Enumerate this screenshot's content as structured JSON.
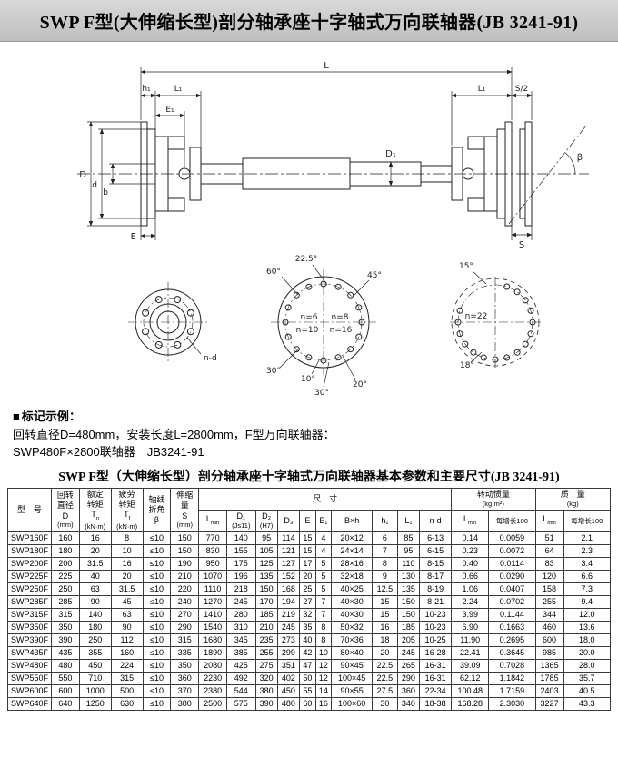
{
  "page": {
    "title": "SWP F型(大伸缩长型)剖分轴承座十字轴式万向联轴器(JB 3241-91)"
  },
  "drawing": {
    "dims": {
      "L": "L",
      "h1": "h₁",
      "L1": "L₁",
      "E1": "E₁",
      "S_half": "S/2",
      "D": "D",
      "d_small": "d",
      "b": "b",
      "E": "E",
      "S": "S",
      "beta": "β",
      "D1": "D₁"
    },
    "left_view": {
      "nd": "n-d"
    },
    "mid_view": {
      "a22_5": "22.5°",
      "a60": "60°",
      "a45": "45°",
      "n6": "n=6",
      "n8": "n=8",
      "n10": "n=10",
      "n16": "n=16",
      "a30a": "30°",
      "a10": "10°",
      "a30b": "30°",
      "a20": "20°"
    },
    "right_view": {
      "a15": "15°",
      "n22": "n=22",
      "a18": "18°"
    }
  },
  "marking": {
    "bullet": "■",
    "heading": "标记示例：",
    "line1": "回转直径D=480mm，安装长度L=2800mm，F型万向联轴器：",
    "line2": "SWP480F×2800联轴器　JB3241-91"
  },
  "table": {
    "title": "SWP F型（大伸缩长型）剖分轴承座十字轴式万向联轴器基本参数和主要尺寸(JB 3241-91)",
    "head": {
      "model": "型　号",
      "d_main": "回转直径",
      "d_sym": "D",
      "d_unit": "(mm)",
      "tn_main": "额定转矩",
      "tn_sym": "T",
      "tn_sub": "n",
      "tn_unit": "(kN·m)",
      "tf_main": "疲劳转矩",
      "tf_sym": "T",
      "tf_sub": "f",
      "tf_unit": "(kN·m)",
      "beta_main": "轴线折角",
      "beta_sym": "β",
      "s_main": "伸缩量",
      "s_sym": "S",
      "s_unit": "(mm)",
      "size_group": "尺　寸",
      "lmin_sym": "L",
      "lmin_sub": "min",
      "d1": "D₁",
      "d1_tol": "(Js11)",
      "d2": "D₂",
      "d2_tol": "(H7)",
      "d3": "D₃",
      "e": "E",
      "e1": "E₁",
      "bxh": "B×h",
      "h1": "h₁",
      "l1": "L₁",
      "nd": "n-d",
      "inertia_main": "转动惯量",
      "inertia_unit": "(kg·m²)",
      "mass_main": "质　量",
      "mass_unit": "(kg)",
      "per100": "每增长100"
    },
    "rows": [
      [
        "SWP160F",
        "160",
        "16",
        "8",
        "≤10",
        "150",
        "770",
        "140",
        "95",
        "114",
        "15",
        "4",
        "20×12",
        "6",
        "85",
        "6-13",
        "0.14",
        "0.0059",
        "51",
        "2.1"
      ],
      [
        "SWP180F",
        "180",
        "20",
        "10",
        "≤10",
        "150",
        "830",
        "155",
        "105",
        "121",
        "15",
        "4",
        "24×14",
        "7",
        "95",
        "6-15",
        "0.23",
        "0.0072",
        "64",
        "2.3"
      ],
      [
        "SWP200F",
        "200",
        "31.5",
        "16",
        "≤10",
        "190",
        "950",
        "175",
        "125",
        "127",
        "17",
        "5",
        "28×16",
        "8",
        "110",
        "8-15",
        "0.40",
        "0.0114",
        "83",
        "3.4"
      ],
      [
        "SWP225F",
        "225",
        "40",
        "20",
        "≤10",
        "210",
        "1070",
        "196",
        "135",
        "152",
        "20",
        "5",
        "32×18",
        "9",
        "130",
        "8-17",
        "0.66",
        "0.0290",
        "120",
        "6.6"
      ],
      [
        "SWP250F",
        "250",
        "63",
        "31.5",
        "≤10",
        "220",
        "1110",
        "218",
        "150",
        "168",
        "25",
        "5",
        "40×25",
        "12.5",
        "135",
        "8-19",
        "1.06",
        "0.0407",
        "158",
        "7.3"
      ],
      [
        "SWP285F",
        "285",
        "90",
        "45",
        "≤10",
        "240",
        "1270",
        "245",
        "170",
        "194",
        "27",
        "7",
        "40×30",
        "15",
        "150",
        "8-21",
        "2.24",
        "0.0702",
        "255",
        "9.4"
      ],
      [
        "SWP315F",
        "315",
        "140",
        "63",
        "≤10",
        "270",
        "1410",
        "280",
        "185",
        "219",
        "32",
        "7",
        "40×30",
        "15",
        "150",
        "10-23",
        "3.99",
        "0.1144",
        "344",
        "12.0"
      ],
      [
        "SWP350F",
        "350",
        "180",
        "90",
        "≤10",
        "290",
        "1540",
        "310",
        "210",
        "245",
        "35",
        "8",
        "50×32",
        "16",
        "185",
        "10-23",
        "6.90",
        "0.1663",
        "460",
        "13.6"
      ],
      [
        "SWP390F",
        "390",
        "250",
        "112",
        "≤10",
        "315",
        "1680",
        "345",
        "235",
        "273",
        "40",
        "8",
        "70×36",
        "18",
        "205",
        "10-25",
        "11.90",
        "0.2695",
        "600",
        "18.0"
      ],
      [
        "SWP435F",
        "435",
        "355",
        "160",
        "≤10",
        "335",
        "1890",
        "385",
        "255",
        "299",
        "42",
        "10",
        "80×40",
        "20",
        "245",
        "16-28",
        "22.41",
        "0.3645",
        "985",
        "20.0"
      ],
      [
        "SWP480F",
        "480",
        "450",
        "224",
        "≤10",
        "350",
        "2080",
        "425",
        "275",
        "351",
        "47",
        "12",
        "90×45",
        "22.5",
        "265",
        "16-31",
        "39.09",
        "0.7028",
        "1365",
        "28.0"
      ],
      [
        "SWP550F",
        "550",
        "710",
        "315",
        "≤10",
        "360",
        "2230",
        "492",
        "320",
        "402",
        "50",
        "12",
        "100×45",
        "22.5",
        "290",
        "16-31",
        "62.12",
        "1.1842",
        "1785",
        "35.7"
      ],
      [
        "SWP600F",
        "600",
        "1000",
        "500",
        "≤10",
        "370",
        "2380",
        "544",
        "380",
        "450",
        "55",
        "14",
        "90×55",
        "27.5",
        "360",
        "22-34",
        "100.48",
        "1.7159",
        "2403",
        "40.5"
      ],
      [
        "SWP640F",
        "640",
        "1250",
        "630",
        "≤10",
        "380",
        "2500",
        "575",
        "390",
        "480",
        "60",
        "16",
        "100×60",
        "30",
        "340",
        "18-38",
        "168.28",
        "2.3030",
        "3227",
        "43.3"
      ]
    ]
  }
}
